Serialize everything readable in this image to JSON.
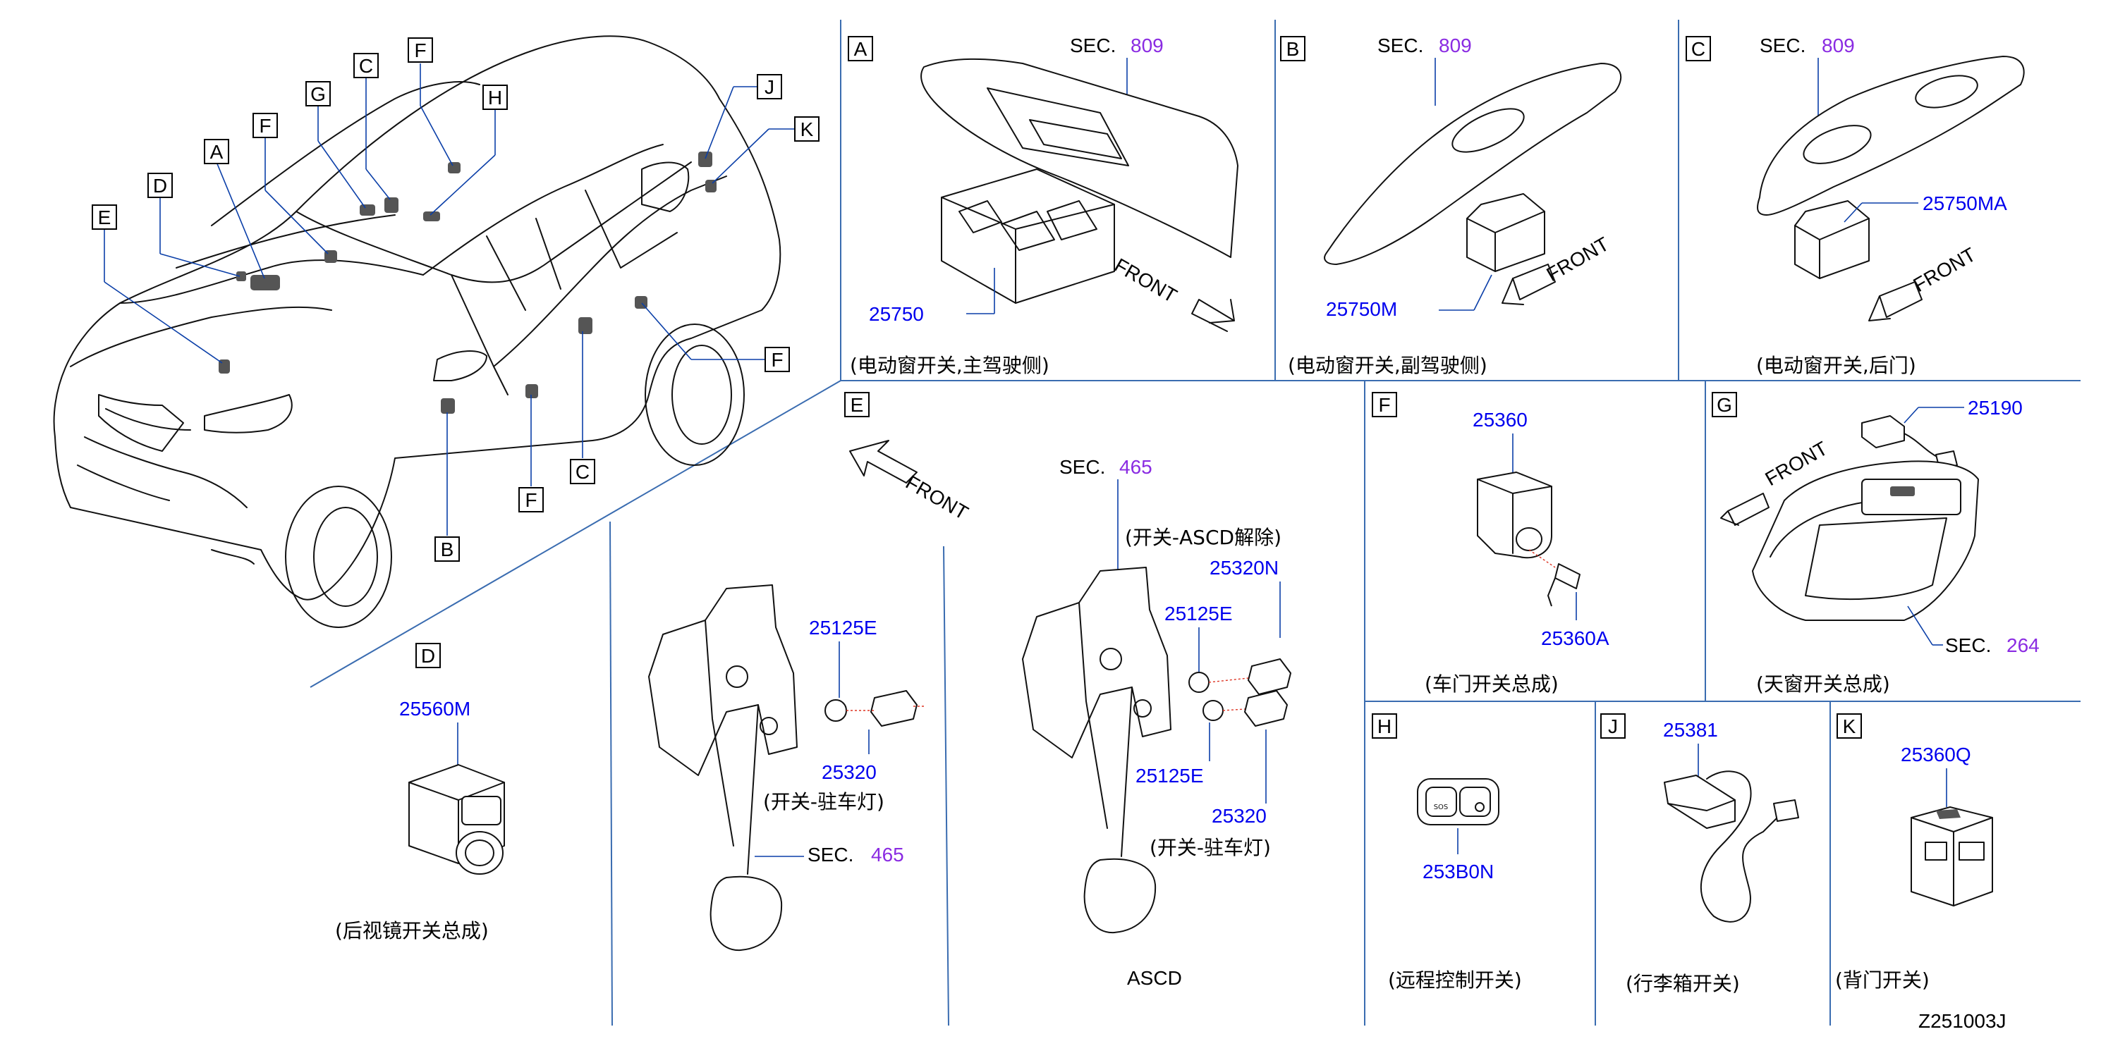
{
  "diagram_code": "Z251003J",
  "sec_label": "SEC.",
  "front_label": "FRONT",
  "overview_callouts": {
    "A": "A",
    "D": "D",
    "E": "E",
    "F1": "F",
    "G": "G",
    "C1": "C",
    "F2": "F",
    "H": "H",
    "J": "J",
    "K": "K",
    "F3": "F",
    "C2": "C",
    "F4": "F",
    "B": "B"
  },
  "panels": {
    "A": {
      "letter": "A",
      "sec": "809",
      "part": "25750",
      "caption": "(电动窗开关,主驾驶侧)"
    },
    "B": {
      "letter": "B",
      "sec": "809",
      "part": "25750M",
      "caption": "(电动窗开关,副驾驶侧)"
    },
    "C": {
      "letter": "C",
      "sec": "809",
      "part": "25750MA",
      "caption": "(电动窗开关,后门)"
    },
    "D": {
      "letter": "D",
      "part": "25560M",
      "caption": "(后视镜开关总成)"
    },
    "E": {
      "letter": "E",
      "left": {
        "part_a": "25125E",
        "part_b": "25320",
        "note": "(开关-驻车灯)",
        "sec": "465"
      },
      "right": {
        "sec": "465",
        "note_top": "(开关-ASCD解除)",
        "part_a": "25320N",
        "part_b": "25125E",
        "part_c": "25125E",
        "part_d": "25320",
        "note_bottom": "(开关-驻车灯)",
        "label": "ASCD"
      }
    },
    "F": {
      "letter": "F",
      "part_a": "25360",
      "part_b": "25360A",
      "caption": "(车门开关总成)"
    },
    "G": {
      "letter": "G",
      "part": "25190",
      "sec": "264",
      "caption": "(天窗开关总成)"
    },
    "H": {
      "letter": "H",
      "part": "253B0N",
      "caption": "(远程控制开关)",
      "sos": "SOS"
    },
    "J": {
      "letter": "J",
      "part": "25381",
      "caption": "(行李箱开关)"
    },
    "K": {
      "letter": "K",
      "part": "25360Q",
      "caption": "(背门开关)"
    }
  }
}
